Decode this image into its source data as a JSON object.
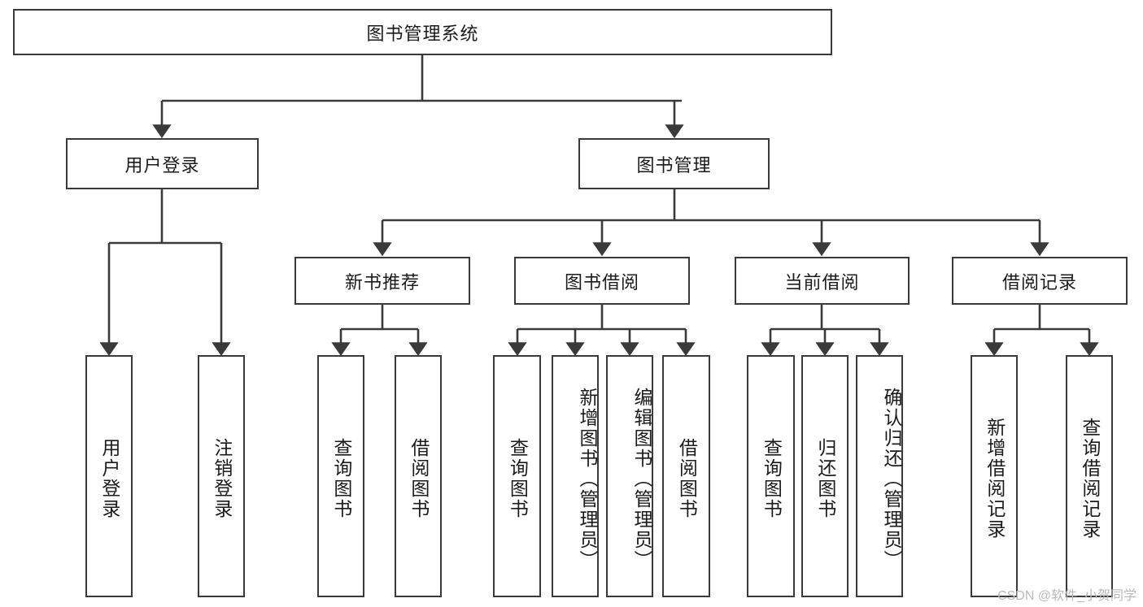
{
  "diagram": {
    "type": "tree-hierarchy",
    "title": "图书管理系统",
    "watermark": "CSDN @软件_小贺同学",
    "levels": {
      "root": {
        "label": "图书管理系统"
      },
      "level2": [
        {
          "label": "用户登录"
        },
        {
          "label": "图书管理"
        }
      ],
      "level3": [
        {
          "label": "新书推荐"
        },
        {
          "label": "图书借阅"
        },
        {
          "label": "当前借阅"
        },
        {
          "label": "借阅记录"
        }
      ],
      "leaves": [
        {
          "label": "用户登录",
          "parent": "用户登录"
        },
        {
          "label": "注销登录",
          "parent": "用户登录"
        },
        {
          "label": "查询图书",
          "parent": "新书推荐"
        },
        {
          "label": "借阅图书",
          "parent": "新书推荐"
        },
        {
          "label": "查询图书",
          "parent": "图书借阅"
        },
        {
          "label": "新增图书（管理员）",
          "parent": "图书借阅"
        },
        {
          "label": "编辑图书（管理员）",
          "parent": "图书借阅"
        },
        {
          "label": "借阅图书",
          "parent": "图书借阅"
        },
        {
          "label": "查询图书",
          "parent": "当前借阅"
        },
        {
          "label": "归还图书",
          "parent": "当前借阅"
        },
        {
          "label": "确认归还（管理员）",
          "parent": "当前借阅"
        },
        {
          "label": "新增借阅记录",
          "parent": "借阅记录"
        },
        {
          "label": "查询借阅记录",
          "parent": "借阅记录"
        }
      ]
    },
    "colors": {
      "stroke": "#3a3a3a",
      "text": "#1b1b1b",
      "background": "#ffffff",
      "watermark": "#b9b9b9"
    }
  }
}
